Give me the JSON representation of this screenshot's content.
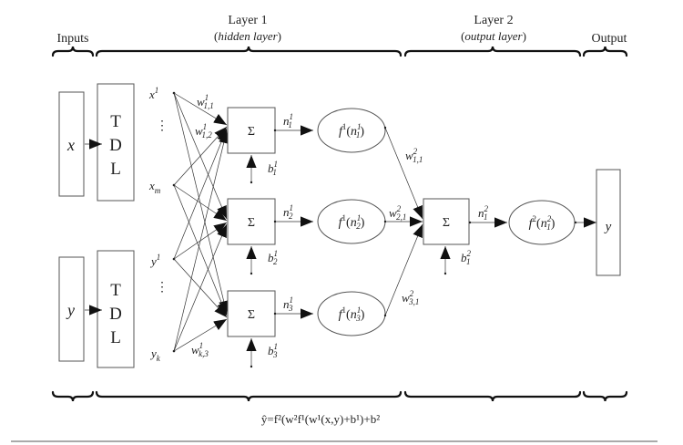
{
  "header": {
    "inputs": "Inputs",
    "layer1": {
      "title": "Layer 1",
      "subtitle": "hidden layer"
    },
    "layer2": {
      "title": "Layer 2",
      "subtitle": "output layer"
    },
    "output": "Output"
  },
  "inputs": [
    {
      "var": "x",
      "tdl": [
        "T",
        "D",
        "L"
      ],
      "taps": [
        {
          "base": "x",
          "sup": "1"
        },
        {
          "base": "x",
          "sub": "m"
        }
      ]
    },
    {
      "var": "y",
      "tdl": [
        "T",
        "D",
        "L"
      ],
      "taps": [
        {
          "base": "y",
          "sup": "1"
        },
        {
          "base": "y",
          "sub": "k"
        }
      ]
    }
  ],
  "ellipsis": "⋮",
  "weights_layer1": [
    {
      "base": "w",
      "sup": "1",
      "sub": "1,1"
    },
    {
      "base": "w",
      "sup": "1",
      "sub": "1,2"
    },
    {
      "base": "w",
      "sup": "1",
      "sub": "k,3"
    }
  ],
  "hidden_neurons": [
    {
      "sum": "Σ",
      "net": {
        "base": "n",
        "sub": "1",
        "sup": "1"
      },
      "bias": {
        "base": "b",
        "sub": "1",
        "sup": "1"
      },
      "act": {
        "f": "f",
        "fsup": "1",
        "arg": "n",
        "sub": "1",
        "sup": "1"
      }
    },
    {
      "sum": "Σ",
      "net": {
        "base": "n",
        "sub": "2",
        "sup": "1"
      },
      "bias": {
        "base": "b",
        "sub": "2",
        "sup": "1"
      },
      "act": {
        "f": "f",
        "fsup": "1",
        "arg": "n",
        "sub": "2",
        "sup": "1"
      }
    },
    {
      "sum": "Σ",
      "net": {
        "base": "n",
        "sub": "3",
        "sup": "1"
      },
      "bias": {
        "base": "b",
        "sub": "3",
        "sup": "1"
      },
      "act": {
        "f": "f",
        "fsup": "1",
        "arg": "n",
        "sub": "3",
        "sup": "1"
      }
    }
  ],
  "weights_layer2": [
    {
      "base": "w",
      "sup": "2",
      "sub": "1,1"
    },
    {
      "base": "w",
      "sup": "2",
      "sub": "2,1"
    },
    {
      "base": "w",
      "sup": "2",
      "sub": "3,1"
    }
  ],
  "output_neuron": {
    "sum": "Σ",
    "net": {
      "base": "n",
      "sub": "1",
      "sup": "2"
    },
    "bias": {
      "base": "b",
      "sub": "1",
      "sup": "2"
    },
    "act": {
      "f": "f",
      "fsup": "2",
      "arg": "n",
      "sub": "1",
      "sup": "2"
    }
  },
  "output_var": "y",
  "formula": "ŷ=f²(w²f¹(w¹(x,y)+b¹)+b²"
}
